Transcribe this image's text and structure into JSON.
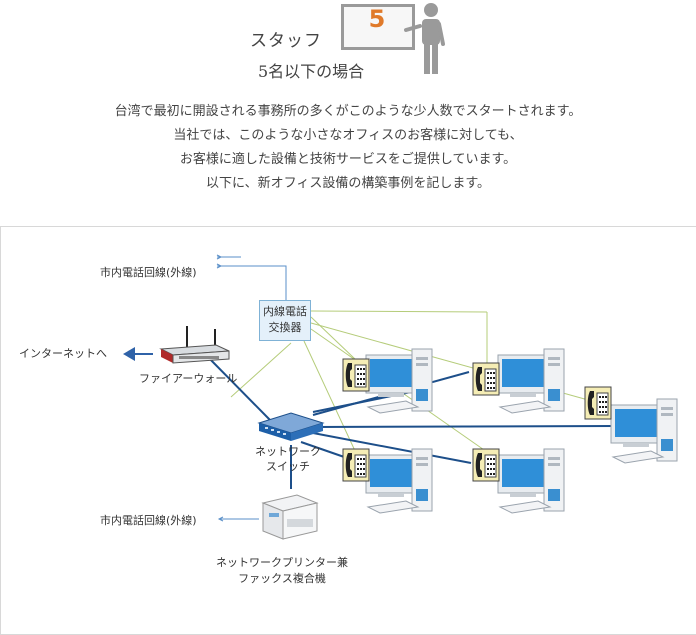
{
  "header": {
    "staff_label": "スタッフ",
    "staff_count": "5",
    "subtitle": "5名以下の場合"
  },
  "intro_lines": [
    "台湾で最初に開設される事務所の多くがこのような少人数でスタートされます。",
    "当社では、このような小さなオフィスのお客様に対しても、",
    "お客様に適した設備と技術サービスをご提供しています。",
    "以下に、新オフィス設備の構築事例を記します。"
  ],
  "diagram": {
    "phone_line_top": "市内電話回線(外線)",
    "phone_line_bottom": "市内電話回線(外線)",
    "pbx_line1": "内線電話",
    "pbx_line2": "交換器",
    "internet": "インターネットへ",
    "firewall": "ファイアーウォール",
    "switch_line1": "ネットワーク",
    "switch_line2": "スイッチ",
    "printer_line1": "ネットワークプリンター兼",
    "printer_line2": "ファックス複合機"
  },
  "colors": {
    "accent_orange": "#e07a2a",
    "network_line": "#1d4f8a",
    "phone_line": "#b5cc7a",
    "arrow_blue": "#2f62a8"
  }
}
